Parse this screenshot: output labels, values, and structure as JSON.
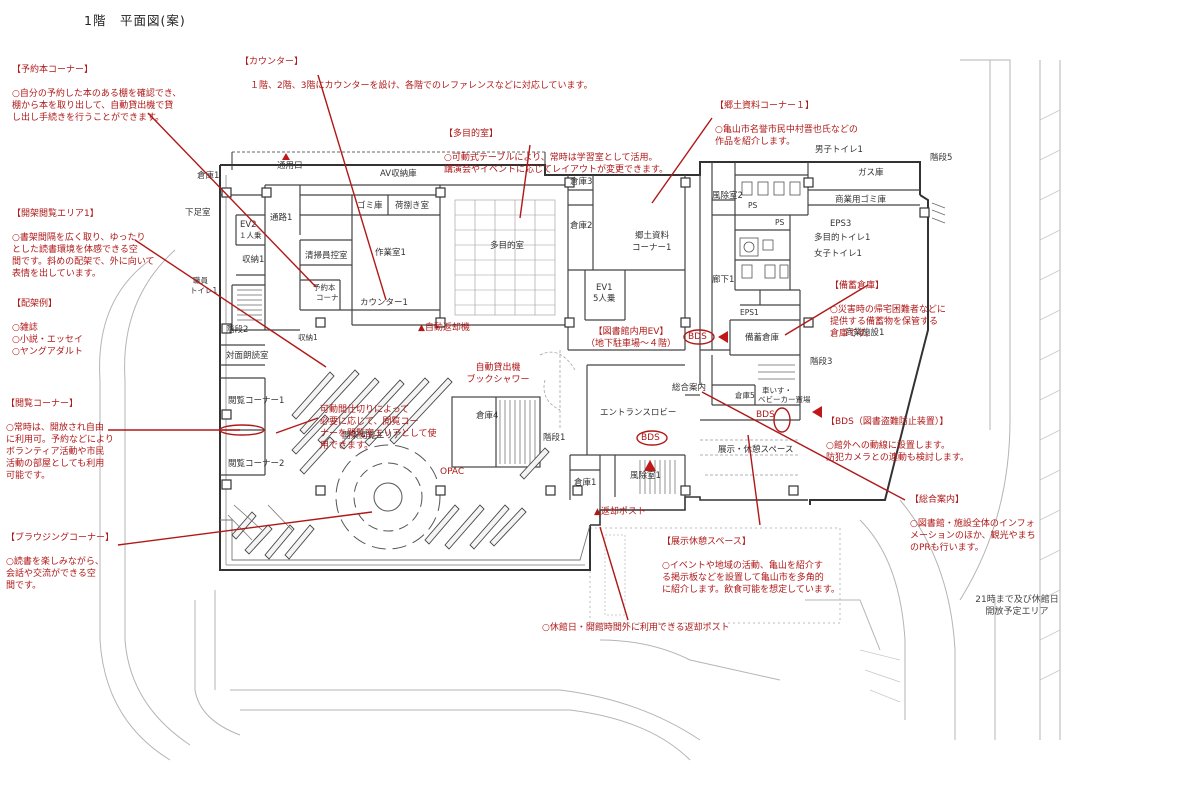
{
  "title": "1階　平面図(案)",
  "colors": {
    "annotation": "#b01818",
    "wall": "#333333",
    "thin": "#888888"
  },
  "annotations": {
    "yoyaku": {
      "heading": "【予約本コーナー】",
      "body": "○自分の予約した本のある棚を確認でき、\n棚から本を取り出して、自動貸出機で貸\nし出し手続きを行うことができます。"
    },
    "counter": {
      "heading": "【カウンター】",
      "body": "１階、2階、3階にカウンターを設け、各階でのレファレンスなどに対応しています。"
    },
    "tamokuteki": {
      "heading": "【多目的室】",
      "body": "○可動式テーブルにより、常時は学習室として活用。\n講演会やイベントに応じてレイアウトが変更できます。"
    },
    "kyodo": {
      "heading": "【郷土資料コーナー１】",
      "body": "○亀山市名誉市民中村晋也氏などの\n作品を紹介します。"
    },
    "kaika": {
      "heading": "【開架閲覧エリア1】",
      "body": "○書架間隔を広く取り、ゆったり\nとした読書環境を体感できる空\n間です。斜めの配架で、外に向いて\n表情を出しています。"
    },
    "haika": {
      "heading": "【配架例】",
      "body": "○雑誌\n○小説・エッセイ\n○ヤングアダルト"
    },
    "bichiku": {
      "heading": "【備蓄倉庫】",
      "body": "○災害時の帰宅困難者などに\n提供する備蓄物を保管する\n倉庫です。"
    },
    "etsuran": {
      "heading": "【閲覧コーナー】",
      "body": "○常時は、開放され自由\nに利用可。予約などにより\nボランティア活動や市民\n活動の部屋としても利用\n可能です。"
    },
    "bds": {
      "heading": "【BDS（図書盗難防止装置）】",
      "body": "○館外への動線に設置します。\n防犯カメラとの連動も検討します。"
    },
    "sogo": {
      "heading": "【総合案内】",
      "body": "○図書館・施設全体のインフォ\nメーションのほか、観光やまち\nのPRも行います。"
    },
    "browsing": {
      "heading": "【ブラウジングコーナー】",
      "body": "○読書を楽しみながら、\n会話や交流ができる空\n間です。"
    },
    "tenji": {
      "heading": "【展示休憩スペース】",
      "body": "○イベントや地域の活動、亀山を紹介す\nる掲示板などを設置して亀山市を多角的\nに紹介します。飲食可能を想定しています。"
    },
    "kahen": "可動間仕切りによって\n必要に応じて、閲覧コー\nナーを閲覧室エリアとして使\n用できます。",
    "kyukanbi": "○休館日・開館時間外に利用できる返却ポスト",
    "twentyone": "21時まで及び休館日\n開放予定エリア",
    "jido_henkyaku": "▲自動返却機",
    "henkyaku_post": "▲返却ポスト",
    "toshokan_ev": "【図書館内用EV】\n（地下駐車場～４階）",
    "jido_kashidashi": "自動貸出機\nブックシャワー",
    "opac": "OPAC",
    "bds1": "BDS",
    "bds2": "BDS",
    "bds3": "BDS"
  },
  "rooms": {
    "tsuyoguchi": "通用口",
    "souko1_top": "倉庫1",
    "av": "AV収納庫",
    "gomi": "ゴミ庫",
    "niboki": "荷捌き室",
    "shitaashi": "下足室",
    "tsuro": "通路1",
    "ev2": "EV2\n１人乗",
    "shuno": "収納1",
    "seiso": "清掃員控室",
    "sagyo": "作業室1",
    "tamokuteki": "多目的室",
    "souko3": "倉庫3",
    "souko2": "倉庫2",
    "kyodo": "郷土資料\nコーナー1",
    "ev1": "EV1\n5人乗",
    "fujo2": "風除室2",
    "danshi": "男子トイレ1",
    "gas": "ガス庫",
    "kaidan5": "階段5",
    "shogyo_gomi": "商業用ゴミ庫",
    "ps1": "PS",
    "ps2": "PS",
    "eps3": "EPS3",
    "tamoku_toilet": "多目的トイレ1",
    "joshi": "女子トイレ1",
    "shokuin_toilet": "職員\nトイレ1",
    "yoyakubon": "予約本\nコーナ",
    "counter": "カウンター1",
    "shuno1": "収納1",
    "kaidan2": "階段2",
    "roka": "廊下1",
    "eps1": "EPS1",
    "bichiku": "備蓄倉庫",
    "shogyo": "商業施設1",
    "kaidan3": "階段3",
    "taimen": "対面朗読室",
    "etsuran1": "閲覧コーナー1",
    "etsuran2": "閲覧コーナー2",
    "kaika_label": "開架閲覧エリア",
    "souko4": "倉庫4",
    "kaidan1": "階段1",
    "entrance": "エントランスロビー",
    "sogo": "総合案内",
    "souko5": "倉庫5",
    "kurumaisu": "車いす・\nベビーカー置場",
    "tenji": "展示・休憩スペース",
    "souko1": "倉庫1",
    "fujo1": "風除室1"
  }
}
